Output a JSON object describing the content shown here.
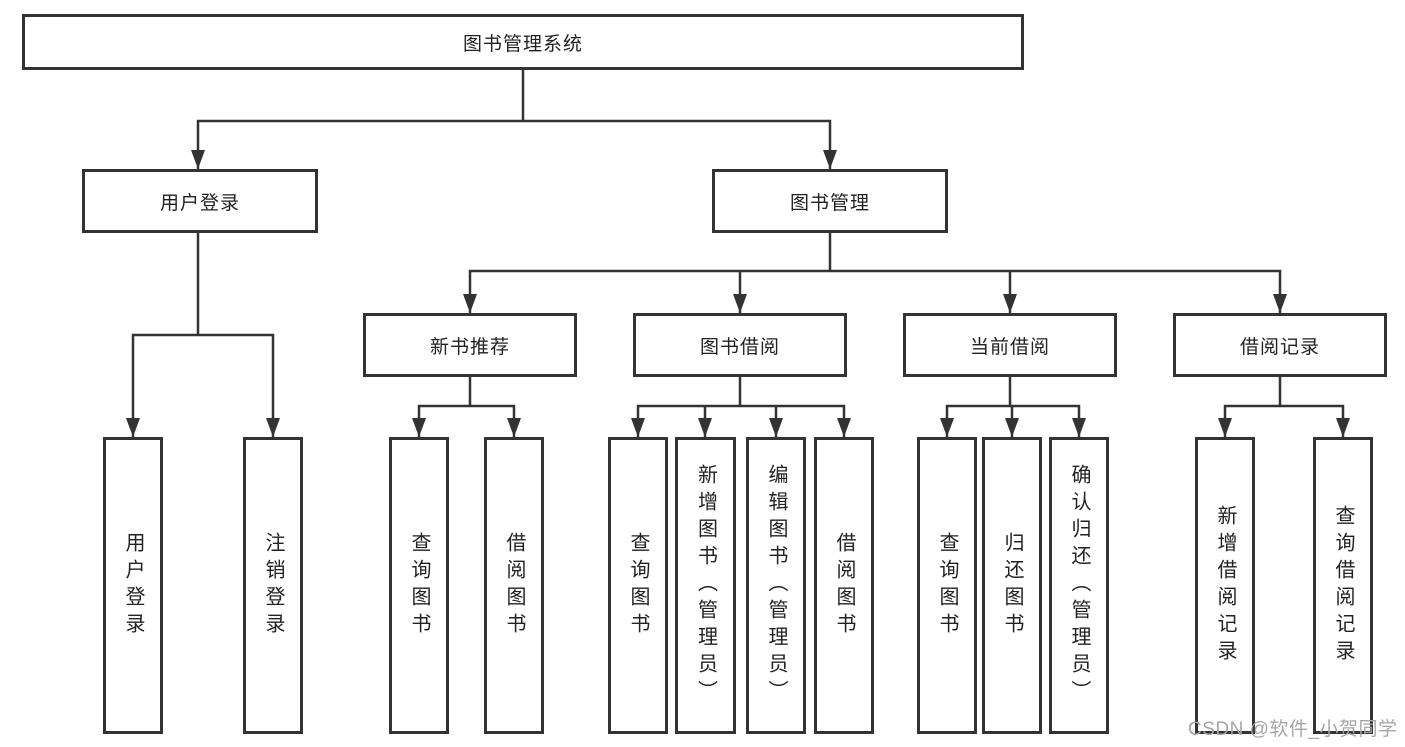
{
  "nodes": {
    "root": "图书管理系统",
    "user_login": "用户登录",
    "book_management": "图书管理",
    "new_book_recommend": "新书推荐",
    "book_borrowing": "图书借阅",
    "current_borrowing": "当前借阅",
    "borrow_records": "借阅记录",
    "leaf_user_login": "用户登录",
    "leaf_logout": "注销登录",
    "recommend_query_books": "查询图书",
    "recommend_borrow_books": "借阅图书",
    "borrowing_query_books": "查询图书",
    "borrowing_add_books_admin": "新增图书（管理员）",
    "borrowing_edit_books_admin": "编辑图书（管理员）",
    "borrowing_borrow_books": "借阅图书",
    "current_query_books": "查询图书",
    "current_return_books": "归还图书",
    "current_confirm_return_admin": "确认归还（管理员）",
    "records_add_record": "新增借阅记录",
    "records_query_record": "查询借阅记录"
  },
  "watermark": "CSDN @软件_小贺同学",
  "colors": {
    "line": "#333333",
    "text": "#222222",
    "watermark": "#a6a6a6",
    "background": "#ffffff"
  }
}
